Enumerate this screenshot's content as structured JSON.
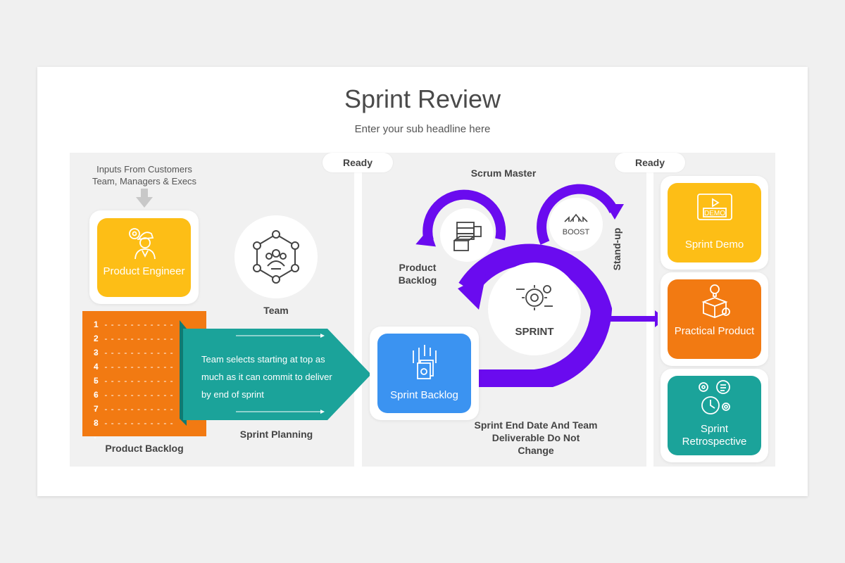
{
  "header": {
    "title": "Sprint Review",
    "subtitle": "Enter your sub headline here"
  },
  "ready_left": "Ready",
  "ready_right": "Ready",
  "inputs_text_line1": "Inputs From Customers",
  "inputs_text_line2": "Team, Managers & Execs",
  "product_engineer": "Product Engineer",
  "team_label": "Team",
  "product_backlog_label": "Product Backlog",
  "backlog_numbers": [
    "1",
    "2",
    "3",
    "4",
    "5",
    "6",
    "7",
    "8"
  ],
  "planning_text": "Team selects starting at top as much as it can commit to deliver by end of sprint",
  "sprint_planning_label": "Sprint Planning",
  "scrum_master_label": "Scrum Master",
  "product_backlog_small": "Product Backlog",
  "standup_label": "Stand-up",
  "boost_label": "BOOST",
  "sprint_label": "SPRINT",
  "sprint_backlog_card": "Sprint Backlog",
  "sprint_end_text": "Sprint End Date And Team Deliverable Do Not Change",
  "right_cards": [
    {
      "label": "Sprint Demo",
      "color": "#FDBE16"
    },
    {
      "label": "Practical Product",
      "color": "#F27A12"
    },
    {
      "label": "Sprint Retrospective",
      "color": "#1BA39A"
    }
  ],
  "demo_icon_text": "DEMO",
  "colors": {
    "yellow": "#FDBE16",
    "orange": "#F27A12",
    "teal": "#1BA39A",
    "blue": "#3B93F1",
    "purple": "#6A0BEF"
  }
}
